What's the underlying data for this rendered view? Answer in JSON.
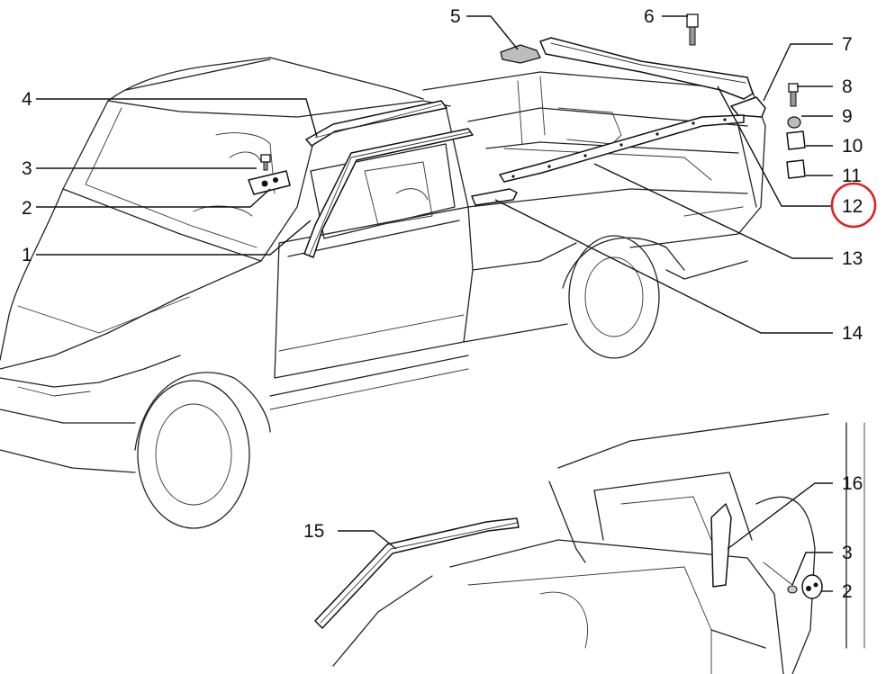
{
  "callouts": [
    {
      "id": "c1",
      "label": "1"
    },
    {
      "id": "c2",
      "label": "2"
    },
    {
      "id": "c3",
      "label": "3"
    },
    {
      "id": "c4",
      "label": "4"
    },
    {
      "id": "c5",
      "label": "5"
    },
    {
      "id": "c6",
      "label": "6"
    },
    {
      "id": "c7",
      "label": "7"
    },
    {
      "id": "c8",
      "label": "8"
    },
    {
      "id": "c9",
      "label": "9"
    },
    {
      "id": "c10",
      "label": "10"
    },
    {
      "id": "c11",
      "label": "11"
    },
    {
      "id": "c12",
      "label": "12"
    },
    {
      "id": "c13",
      "label": "13"
    },
    {
      "id": "c14",
      "label": "14"
    },
    {
      "id": "c15",
      "label": "15"
    },
    {
      "id": "c16",
      "label": "16"
    },
    {
      "id": "c3b",
      "label": "3"
    },
    {
      "id": "c2b",
      "label": "2"
    }
  ],
  "highlight": {
    "callout": "12",
    "color": "#e02020"
  }
}
